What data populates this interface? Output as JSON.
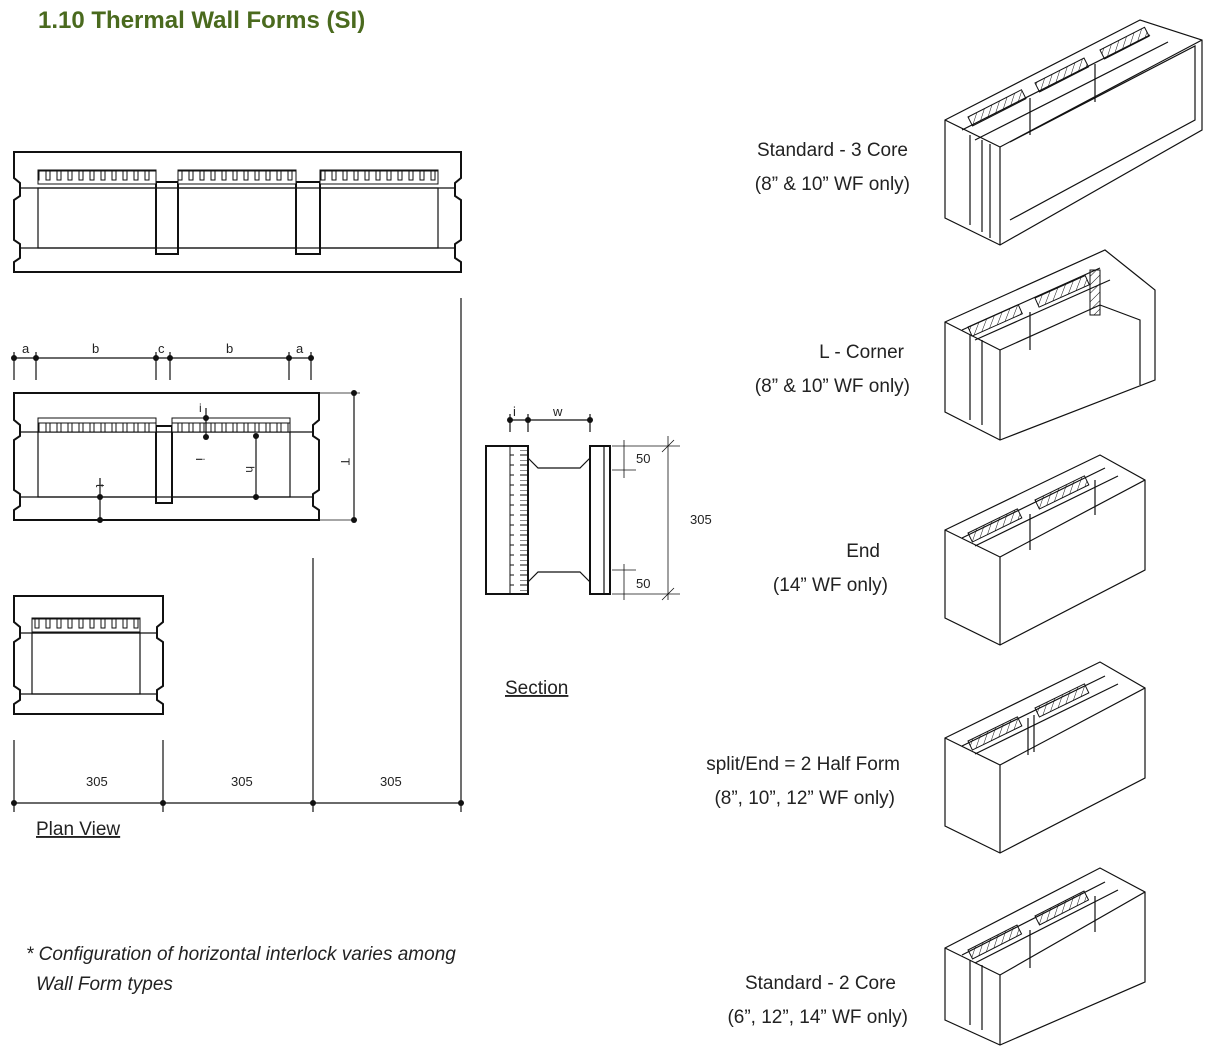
{
  "title": "1.10 Thermal Wall Forms (SI)",
  "plan_view": {
    "caption": "Plan View",
    "dim_letters": [
      "a",
      "b",
      "c",
      "b",
      "a"
    ],
    "inner_letters": [
      "i",
      "t",
      "i",
      "h",
      "T"
    ],
    "module_dims": [
      "305",
      "305",
      "305"
    ]
  },
  "section": {
    "caption": "Section",
    "top_letters": [
      "i",
      "w"
    ],
    "dims": [
      "50",
      "50",
      "305"
    ]
  },
  "note": {
    "line1": "* Configuration of horizontal interlock varies among",
    "line2": "Wall Form types"
  },
  "form_types": [
    {
      "name": "Standard - 3 Core",
      "note": "(8” & 10” WF only)"
    },
    {
      "name": "L - Corner",
      "note": "(8” & 10” WF only)"
    },
    {
      "name": "End",
      "note": "(14” WF only)"
    },
    {
      "name": "split/End = 2 Half Form",
      "note": "(8”, 10”, 12” WF only)"
    },
    {
      "name": "Standard - 2 Core",
      "note": "(6”, 12”, 14” WF only)"
    }
  ]
}
